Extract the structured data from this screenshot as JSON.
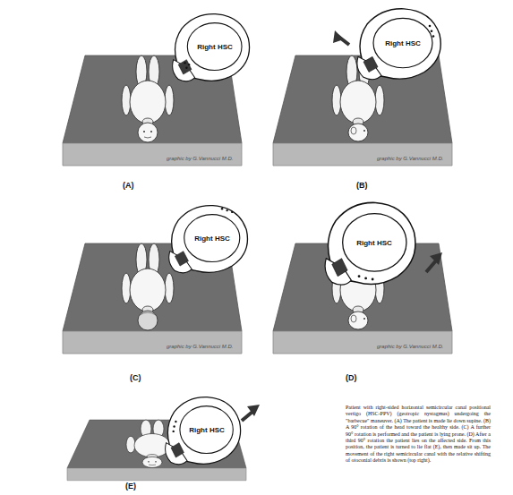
{
  "diagram": {
    "caption": "Patient with right-sided horizontal semicircular canal positional vertigo (HSC-PPV) (geotropic nystagmus) undergoing the \"barbecue\" maneuver. (A) The patient is made lie down supine. (B) A 90° rotation of the head toward the healthy side. (C) A further 90° rotation is performed and the patient is lying prone. (D) After a third 90° rotation the patient lies on the affected side. From this position, the patient is turned to lie flat (E), then made sit up. The movement of the right semicircular canal with the relative shifting of otoconial debris is shown (top right).",
    "nodes": [
      {
        "text": [
          "Right HSC"
        ]
      },
      {
        "text": [
          "Right HSC"
        ]
      },
      {
        "text": [
          "Right HSC"
        ]
      },
      {
        "text": [
          "Right HSC"
        ]
      },
      {
        "text": [
          "Right HSC"
        ]
      }
    ],
    "labels": [
      "(A)",
      "(B)",
      "(C)",
      "(D)",
      "(E)",
      "graphic by G.Vannucci M.D.",
      "graphic by G.Vannucci M.D.",
      "graphic by G.Vannucci M.D.",
      "graphic by G.Vannucci M.D."
    ]
  }
}
